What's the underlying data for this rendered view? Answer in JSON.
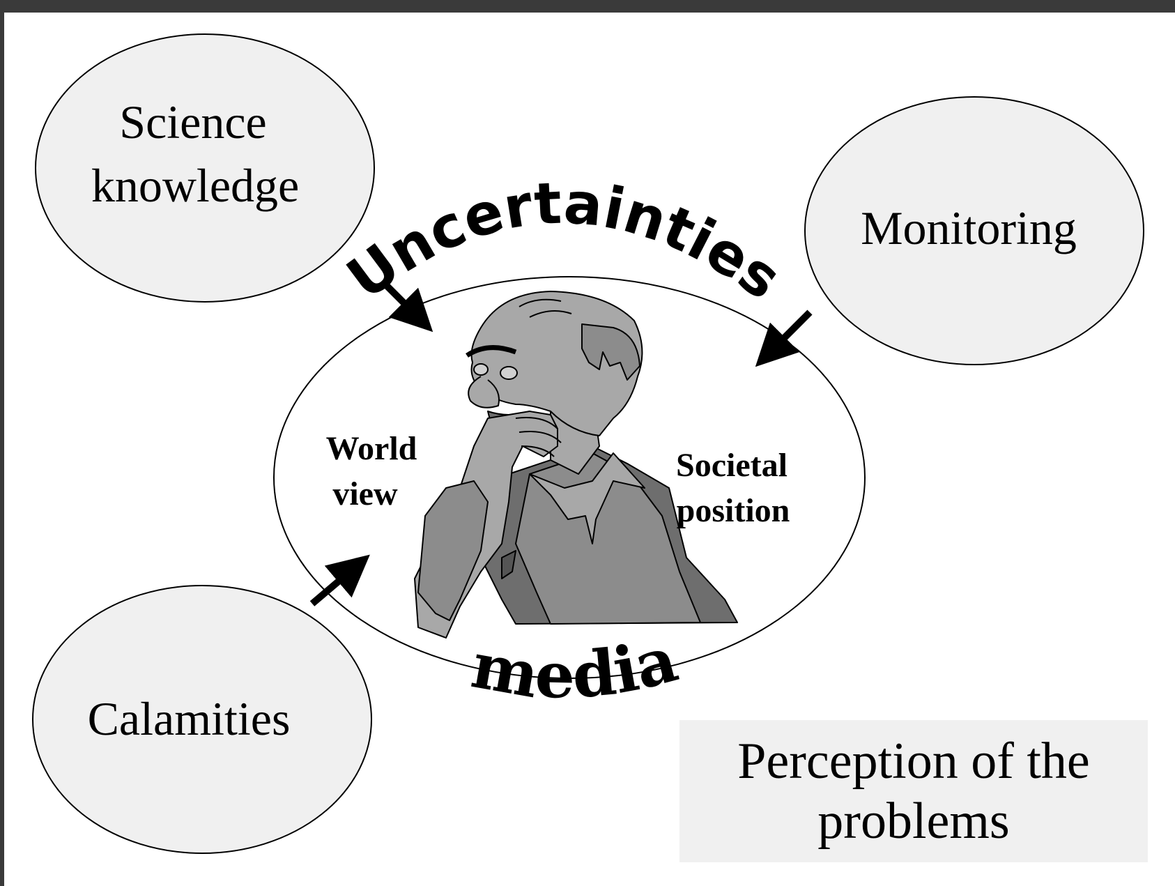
{
  "bubbles": {
    "science": {
      "line1": "Science",
      "line2": "knowledge"
    },
    "monitoring": {
      "label": "Monitoring"
    },
    "calamities": {
      "label": "Calamities"
    }
  },
  "center": {
    "arc_top": "Uncertainties",
    "arc_bottom": "media",
    "left_label": {
      "line1": "World",
      "line2": "view"
    },
    "right_label": {
      "line1": "Societal",
      "line2": "position"
    }
  },
  "perception": {
    "label": "Perception of the\nproblems"
  },
  "colors": {
    "bubble_fill": "#f0f0f0",
    "figure_light": "#a8a8a8",
    "figure_mid": "#8c8c8c",
    "figure_dark": "#6e6e6e",
    "frame": "#3a3a3a"
  },
  "icons": {
    "figure": "thinking-man-icon",
    "arrow": "arrow-icon"
  }
}
